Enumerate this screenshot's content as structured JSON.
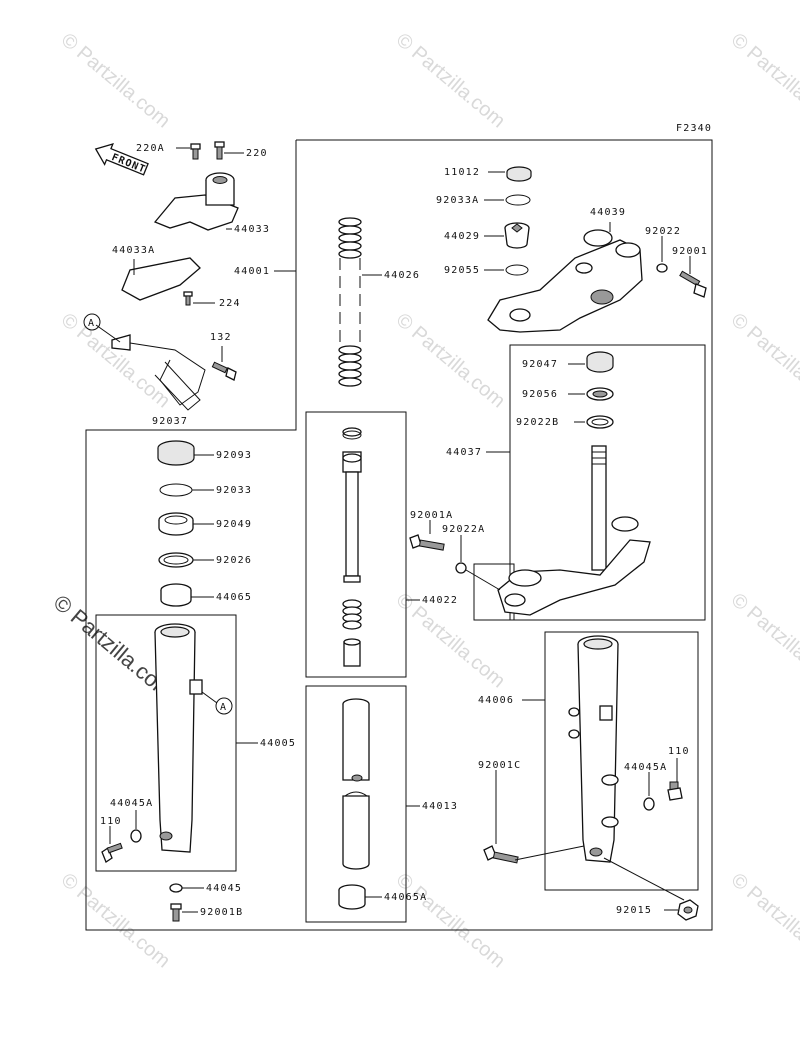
{
  "figure_code": "F2340",
  "front_arrow_label": "FRONT",
  "watermark": "© Partzilla.com",
  "parts": {
    "p11012": "11012",
    "p92033A": "92033A",
    "p44029": "44029",
    "p92055": "92055",
    "p44026": "44026",
    "p44001": "44001",
    "p44039": "44039",
    "p92022": "92022",
    "p92001": "92001",
    "p220A": "220A",
    "p220": "220",
    "p44033": "44033",
    "p44033A": "44033A",
    "p224": "224",
    "p132": "132",
    "p92037": "92037",
    "pA_top": "A",
    "pA_fork": "A",
    "p92047": "92047",
    "p92056": "92056",
    "p92022B": "92022B",
    "p44037": "44037",
    "p92001A": "92001A",
    "p92022A": "92022A",
    "p44022": "44022",
    "p92093": "92093",
    "p92033": "92033",
    "p92049": "92049",
    "p92026": "92026",
    "p44065": "44065",
    "p44005": "44005",
    "p44045A_left": "44045A",
    "p110_left": "110",
    "p44045": "44045",
    "p92001B": "92001B",
    "p44013": "44013",
    "p44065A": "44065A",
    "p44006": "44006",
    "p110_right": "110",
    "p44045A_right": "44045A",
    "p92001C": "92001C",
    "p92015": "92015"
  }
}
